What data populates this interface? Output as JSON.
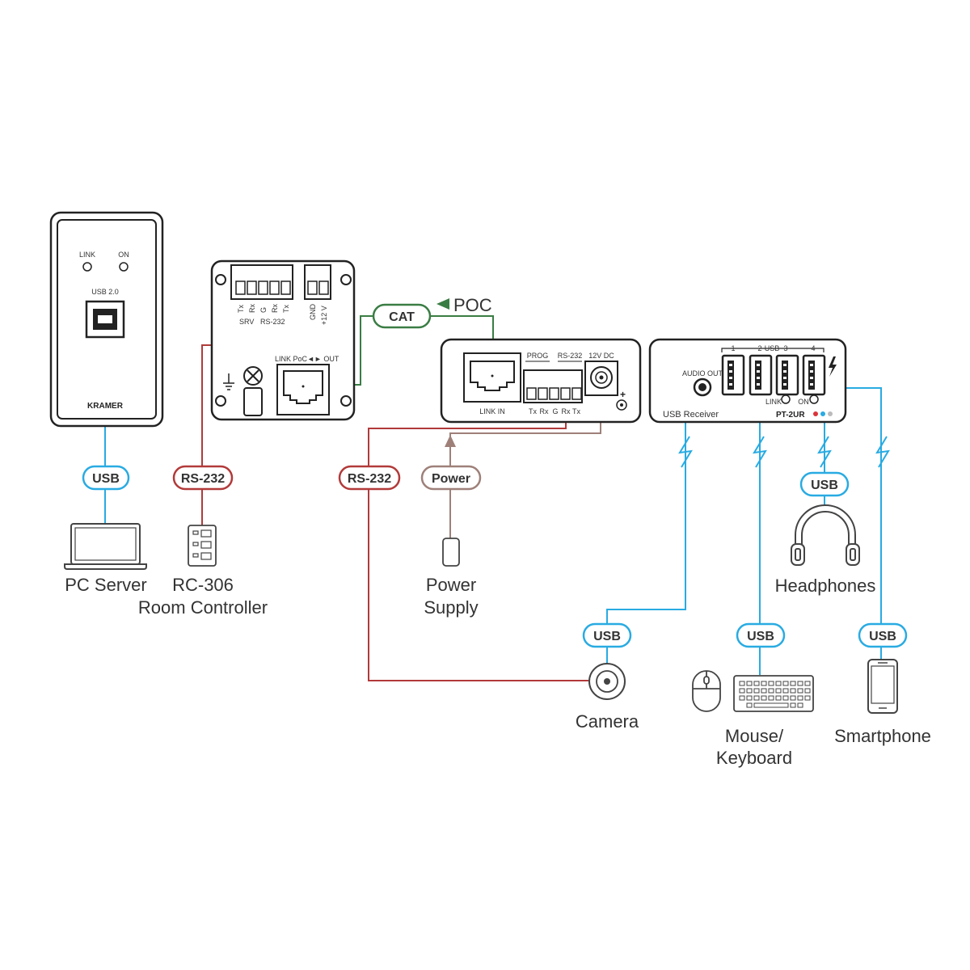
{
  "colors": {
    "usb": "#29abe2",
    "rs232": "#b23a3a",
    "cat": "#3a7d44",
    "power": "#9e8079",
    "device": "#222222"
  },
  "wallplate": {
    "led_link": "LINK",
    "led_on": "ON",
    "port_label": "USB 2.0",
    "brand": "KRAMER"
  },
  "transmitter": {
    "pins_rs232": [
      "Tx",
      "Rx",
      "G",
      "Rx",
      "Tx"
    ],
    "srv": "SRV",
    "rs232": "RS-232",
    "power_pins": [
      "GND",
      "+12 V"
    ],
    "link_out": "LINK PoC◄► OUT"
  },
  "receiver_panel": {
    "link_in": "LINK IN",
    "prog": "PROG",
    "rs232": "RS-232",
    "dc": "12V DC",
    "pins": [
      "Tx",
      "Rx",
      "G",
      "Rx",
      "Tx"
    ]
  },
  "usb_receiver": {
    "audio_out": "AUDIO OUT",
    "usb_numbers": [
      "1",
      "2",
      "3",
      "4"
    ],
    "usb": "USB",
    "link": "LINK",
    "on": "ON",
    "model": "PT-2UR",
    "name": "USB Receiver"
  },
  "connections": {
    "usb": "USB",
    "rs232": "RS-232",
    "cat": "CAT",
    "poc": "POC",
    "power": "Power"
  },
  "devices": {
    "pc_server": "PC Server",
    "rc306_line1": "RC-306",
    "rc306_line2": "Room Controller",
    "power_supply_line1": "Power",
    "power_supply_line2": "Supply",
    "headphones": "Headphones",
    "camera": "Camera",
    "mouse_line1": "Mouse/",
    "mouse_line2": "Keyboard",
    "smartphone": "Smartphone"
  }
}
